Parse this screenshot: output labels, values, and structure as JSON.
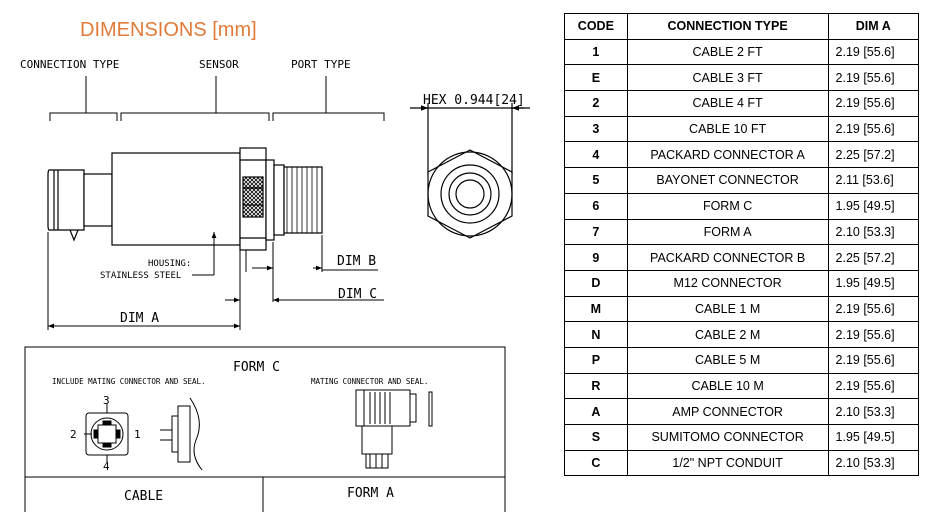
{
  "title": "DIMENSIONS [mm]",
  "colors": {
    "title": "#e07b39",
    "line": "#000000"
  },
  "labels": {
    "connection_type": "CONNECTION TYPE",
    "sensor": "SENSOR",
    "port_type": "PORT TYPE",
    "hex": "HEX 0.944[24]",
    "housing_line1": "HOUSING:",
    "housing_line2": "STAINLESS STEEL",
    "dim_a": "DIM A",
    "dim_b": "DIM B",
    "dim_c": "DIM C"
  },
  "form_c": {
    "title": "FORM C",
    "note_left": "INCLUDE MATING CONNECTOR AND SEAL.",
    "note_right": "MATING CONNECTOR AND SEAL.",
    "pins": {
      "top": "3",
      "left": "2",
      "right": "1",
      "bottom": "4"
    }
  },
  "bottom_panels": {
    "cable": "CABLE",
    "form_a": "FORM A"
  },
  "table": {
    "headers": [
      "CODE",
      "CONNECTION TYPE",
      "DIM A"
    ],
    "rows": [
      {
        "code": "1",
        "type": "CABLE 2 FT",
        "dim": "2.19 [55.6]"
      },
      {
        "code": "E",
        "type": "CABLE 3  FT",
        "dim": "2.19 [55.6]"
      },
      {
        "code": "2",
        "type": "CABLE 4  FT",
        "dim": "2.19 [55.6]"
      },
      {
        "code": "3",
        "type": "CABLE 10 FT",
        "dim": "2.19 [55.6]"
      },
      {
        "code": "4",
        "type": "PACKARD CONNECTOR A",
        "dim": "2.25 [57.2]"
      },
      {
        "code": "5",
        "type": "BAYONET CONNECTOR",
        "dim": "2.11 [53.6]"
      },
      {
        "code": "6",
        "type": "FORM C",
        "dim": "1.95 [49.5]"
      },
      {
        "code": "7",
        "type": "FORM A",
        "dim": "2.10 [53.3]"
      },
      {
        "code": "9",
        "type": "PACKARD CONNECTOR B",
        "dim": "2.25 [57.2]"
      },
      {
        "code": "D",
        "type": "M12 CONNECTOR",
        "dim": "1.95 [49.5]"
      },
      {
        "code": "M",
        "type": "CABLE 1 M",
        "dim": "2.19 [55.6]"
      },
      {
        "code": "N",
        "type": "CABLE 2 M",
        "dim": "2.19 [55.6]"
      },
      {
        "code": "P",
        "type": "CABLE 5 M",
        "dim": "2.19 [55.6]"
      },
      {
        "code": "R",
        "type": "CABLE 10 M",
        "dim": "2.19 [55.6]"
      },
      {
        "code": "A",
        "type": "AMP CONNECTOR",
        "dim": "2.10 [53.3]"
      },
      {
        "code": "S",
        "type": "SUMITOMO CONNECTOR",
        "dim": "1.95 [49.5]"
      },
      {
        "code": "C",
        "type": "1/2\" NPT CONDUIT",
        "dim": "2.10 [53.3]"
      }
    ]
  }
}
